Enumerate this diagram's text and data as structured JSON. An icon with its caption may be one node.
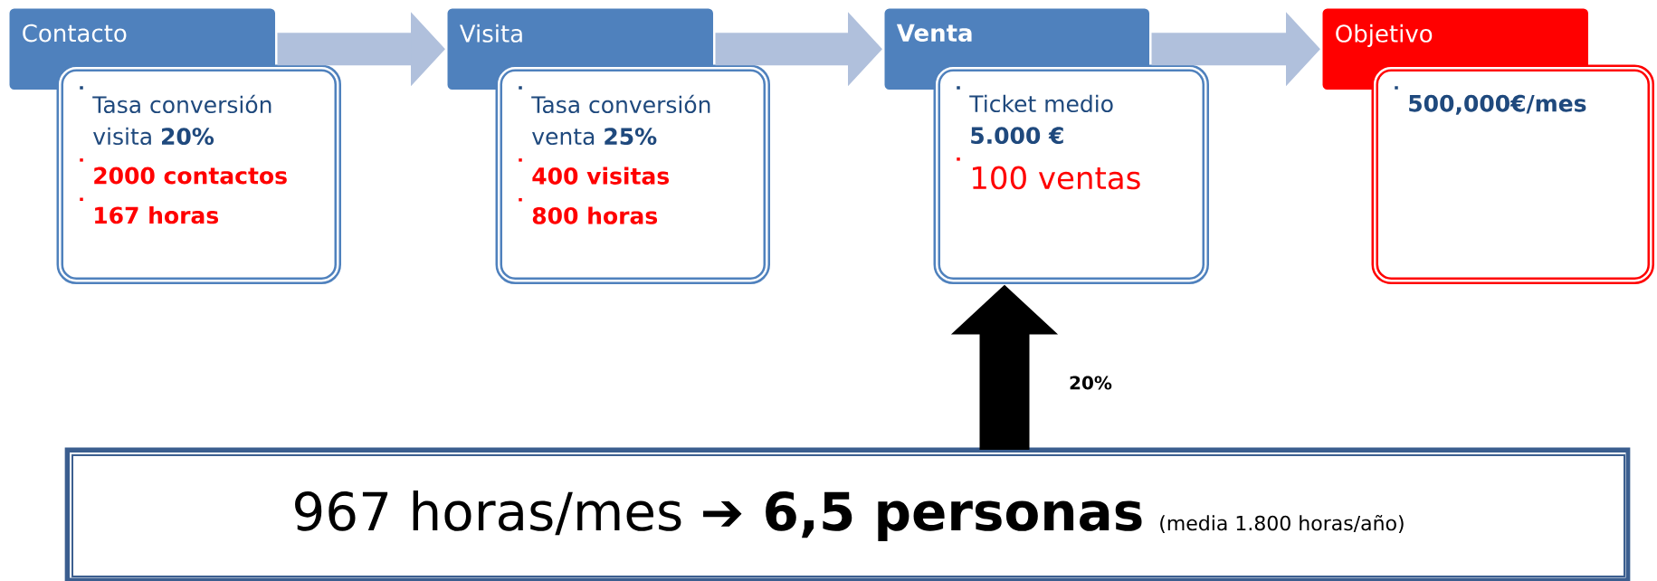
{
  "diagram": {
    "nodes": [
      {
        "text": [
          "Contacto"
        ]
      },
      {
        "text": [
          "Tasa conversión visita **20%**",
          "2000 contactos",
          "167 horas"
        ]
      },
      {
        "text": [
          "Visita"
        ]
      },
      {
        "text": [
          "Tasa conversión venta **25%**",
          "400 visitas",
          "800 horas"
        ]
      },
      {
        "text": [
          "Venta"
        ]
      },
      {
        "text": [
          "Ticket medio **5.000 €**",
          "100 ventas"
        ]
      },
      {
        "text": [
          "Objetivo"
        ]
      },
      {
        "text": [
          "500,000€/mes"
        ]
      },
      {
        "text": [
          "967 horas/mes **➔ 6,5 personas**",
          "(media 1.800 horas/año)"
        ]
      }
    ],
    "edges": [
      {
        "from": 0,
        "to": 2,
        "arrow": "to"
      },
      {
        "from": 2,
        "to": 4,
        "arrow": "to"
      },
      {
        "from": 4,
        "to": 6,
        "arrow": "to"
      },
      {
        "from": 8,
        "to": 5,
        "arrow": "to",
        "label": "20%",
        "color": "#000000"
      }
    ]
  }
}
